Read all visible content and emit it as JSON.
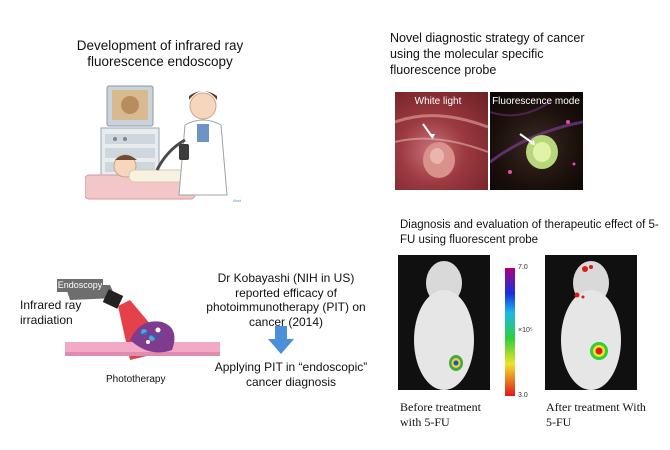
{
  "section_endoscopy": {
    "title": "Development of infrared ray fluorescence endoscopy"
  },
  "section_probe": {
    "title": "Novel diagnostic strategy of cancer using the molecular specific fluorescence probe",
    "white_light_label": "White light",
    "fluorescence_label": "Fluorescence mode"
  },
  "section_pit": {
    "endoscopy_label": "Endoscopy",
    "infrared_label": "Infrared ray irradiation",
    "phototherapy_label": "Phototherapy",
    "report_text": "Dr Kobayashi (NIH in US) reported efficacy of photoimmunotherapy (PIT) on cancer (2014)",
    "applying_text": "Applying PIT in “endoscopic” cancer diagnosis"
  },
  "section_5fu": {
    "title": "Diagnosis and evaluation of therapeutic effect of 5-FU using fluorescent probe",
    "scale_max": "7.0",
    "scale_mid": "×10⁵",
    "scale_min": "3.0",
    "before_caption": "Before treatment with 5-FU",
    "after_caption": "After treatment With 5-FU"
  },
  "colors": {
    "arrow_blue": "#4a8fd8",
    "tissue_pink": "#f2a9c6",
    "laser_red": "#e0202a"
  },
  "icons": [
    "doctor-illustration",
    "endoscope-machine",
    "mouse-image",
    "down-arrow"
  ]
}
